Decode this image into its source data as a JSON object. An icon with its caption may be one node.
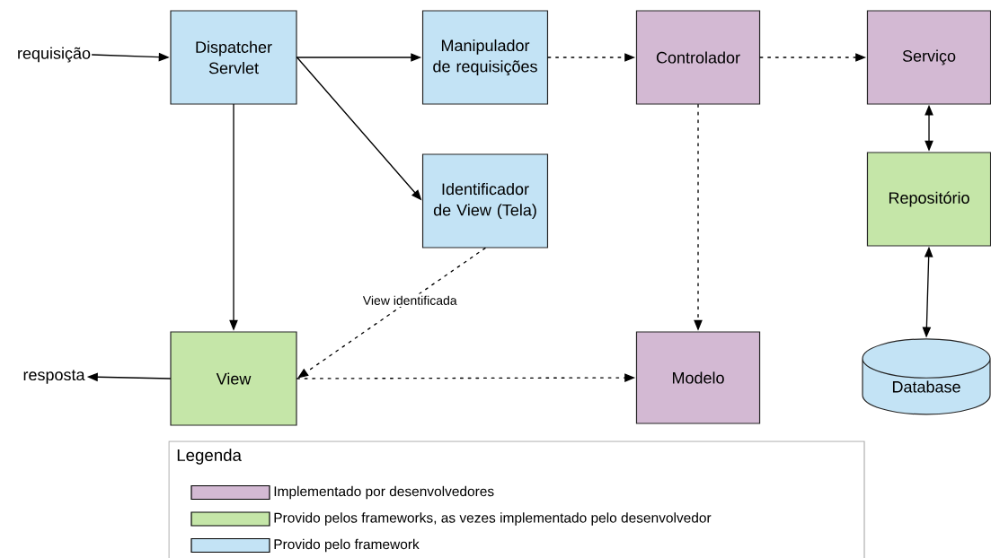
{
  "diagram": {
    "nodes": [
      {
        "text": [
          "requisição"
        ]
      },
      {
        "text": [
          "Dispatcher Servlet"
        ]
      },
      {
        "text": [
          "Manipulador de requisições"
        ]
      },
      {
        "text": [
          "Controlador"
        ]
      },
      {
        "text": [
          "Serviço"
        ]
      },
      {
        "text": [
          "Identificador de View (Tela)"
        ]
      },
      {
        "text": [
          "Repositório"
        ]
      },
      {
        "text": [
          "resposta"
        ]
      },
      {
        "text": [
          "View"
        ]
      },
      {
        "text": [
          "Modelo"
        ]
      },
      {
        "text": [
          "Database"
        ]
      }
    ],
    "edges": [
      {
        "from": 0,
        "to": 1,
        "arrow": "to"
      },
      {
        "from": 1,
        "to": 2,
        "arrow": "to"
      },
      {
        "from": 1,
        "to": 5,
        "arrow": "to"
      },
      {
        "from": 1,
        "to": 8,
        "arrow": "to"
      },
      {
        "from": 2,
        "to": 3,
        "arrow": "to",
        "style": "dashed"
      },
      {
        "from": 3,
        "to": 4,
        "arrow": "to",
        "style": "dashed"
      },
      {
        "from": 3,
        "to": 9,
        "arrow": "to",
        "style": "dashed"
      },
      {
        "from": 5,
        "to": 8,
        "arrow": "to",
        "style": "dashed",
        "label": "View identificada"
      },
      {
        "from": 8,
        "to": 9,
        "arrow": "to",
        "style": "dashed"
      },
      {
        "from": 8,
        "to": 7,
        "arrow": "to"
      },
      {
        "from": 4,
        "to": 6,
        "arrow": "both"
      },
      {
        "from": 6,
        "to": 10,
        "arrow": "both"
      }
    ],
    "labels": [
      "Legenda"
    ],
    "legend": [
      {
        "text": "Implementado por desenvolvedores",
        "color": "#d3b9d3"
      },
      {
        "text": "Provido pelos frameworks, as vezes implementado pelo desenvolvedor",
        "color": "#c5e6a8"
      },
      {
        "text": "Provido pelo framework",
        "color": "#c3e3f5"
      }
    ]
  }
}
